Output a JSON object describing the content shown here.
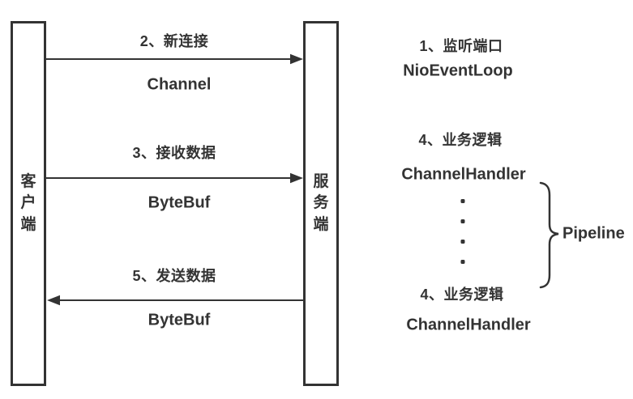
{
  "diagram": {
    "colors": {
      "ink": "#333333",
      "background": "#ffffff"
    },
    "actors": {
      "client": {
        "label": "客户端"
      },
      "server": {
        "label": "服务端"
      }
    },
    "messages": [
      {
        "step": "2、新连接",
        "artifact": "Channel",
        "from": "client",
        "to": "server",
        "direction": "right"
      },
      {
        "step": "3、接收数据",
        "artifact": "ByteBuf",
        "from": "client",
        "to": "server",
        "direction": "right"
      },
      {
        "step": "5、发送数据",
        "artifact": "ByteBuf",
        "from": "server",
        "to": "client",
        "direction": "left"
      }
    ],
    "annotations": {
      "listen": {
        "step": "1、监听端口",
        "component": "NioEventLoop"
      },
      "logic_top": {
        "step": "4、业务逻辑",
        "component": "ChannelHandler"
      },
      "logic_bottom": {
        "step": "4、业务逻辑",
        "component": "ChannelHandler"
      },
      "pipeline_label": "Pipeline"
    }
  }
}
